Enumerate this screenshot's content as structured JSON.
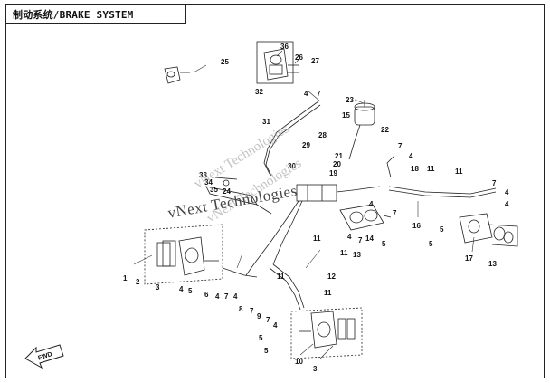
{
  "title": "制动系统/BRAKE SYSTEM",
  "watermarks": [
    "vNext Technologies",
    "vNext Technologies",
    "vNext Technologies"
  ],
  "fwd_label": "FWD",
  "callouts": {
    "c1": "1",
    "c2": "2",
    "c3": "3",
    "c4": "4",
    "c5": "5",
    "c6": "6",
    "c7": "7",
    "c8": "8",
    "c9": "9",
    "c10": "10",
    "c11": "11",
    "c12": "12",
    "c13": "13",
    "c14": "14",
    "c15": "15",
    "c16": "16",
    "c17": "17",
    "c18": "18",
    "c19": "19",
    "c20": "20",
    "c21": "21",
    "c22": "22",
    "c23": "23",
    "c24": "24",
    "c25": "25",
    "c26": "26",
    "c27": "27",
    "c28": "28",
    "c29": "29",
    "c30": "30",
    "c31": "31",
    "c32": "32",
    "c33": "33",
    "c34": "34",
    "c35": "35",
    "c36": "36"
  }
}
